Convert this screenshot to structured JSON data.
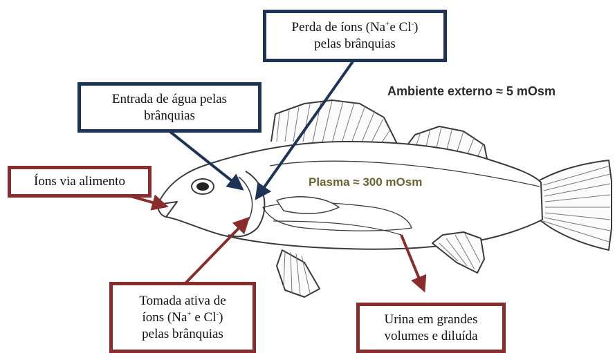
{
  "colors": {
    "blue_border": "#1d3457",
    "red_border": "#8b2c2c",
    "external_text": "#2a2a2a",
    "plasma_text": "#6b6430",
    "fish_outline": "#3a3a3a"
  },
  "external_environment": "Ambiente externo ≈ 5 mOsm",
  "plasma": "Plasma ≈ 300 mOsm",
  "boxes": {
    "ion_loss": {
      "line1_pre": "Perda de íons (Na",
      "line1_mid": "e Cl",
      "line1_post": ")",
      "line2": "pelas brânquias",
      "sup_plus": "+",
      "sup_minus": "-"
    },
    "water_entry": {
      "line1": "Entrada de água pelas",
      "line2": "brânquias"
    },
    "food_ions": {
      "line1": "Íons via alimento"
    },
    "active_uptake": {
      "line1": "Tomada ativa de",
      "line2_pre": "íons (Na",
      "line2_mid": " e Cl",
      "line2_post": ")",
      "line3": "pelas brânquias",
      "sup_plus": "+",
      "sup_minus": "-"
    },
    "urine": {
      "line1": "Urina em grandes",
      "line2": "volumes e diluída"
    }
  },
  "icons": [
    "fish-illustration",
    "arrow-icon"
  ]
}
